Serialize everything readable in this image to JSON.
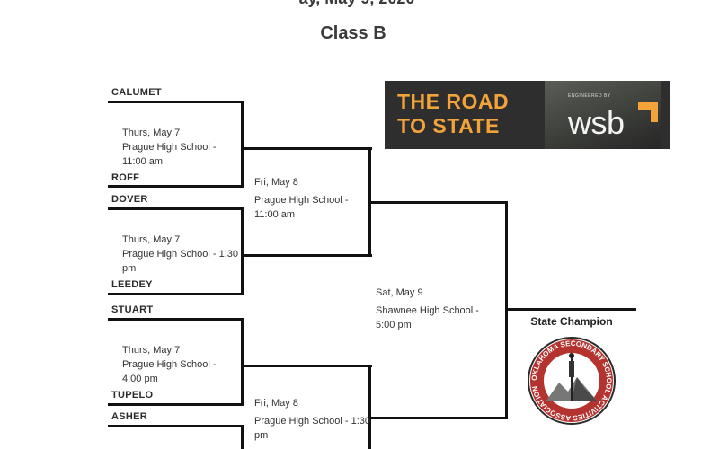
{
  "header": {
    "title_cut": "ay, May 9, 2020",
    "class_title": "Class B"
  },
  "teams": {
    "calumet": "CALUMET",
    "roff": "ROFF",
    "dover": "DOVER",
    "leedey": "LEEDEY",
    "stuart": "STUART",
    "tupelo": "TUPELO",
    "asher": "ASHER"
  },
  "games": {
    "r1_g1": {
      "date": "Thurs, May 7",
      "site": "Prague High School -",
      "time": "11:00 am"
    },
    "r1_g2": {
      "date": "Thurs, May 7",
      "site": "Prague High School - 1:30",
      "time": "pm"
    },
    "r1_g3": {
      "date": "Thurs, May 7",
      "site": "Prague High School -",
      "time": "4:00 pm"
    },
    "r2_g1": {
      "date": "Fri, May 8",
      "site": "Prague High School -",
      "time": "11:00 am"
    },
    "r2_g2": {
      "date": "Fri, May 8",
      "site": "Prague High School - 1:30",
      "time": "pm"
    },
    "final": {
      "date": "Sat, May 9",
      "site": "Shawnee High School -",
      "time": "5:00 pm"
    }
  },
  "champion": {
    "label": "State Champion"
  },
  "banner": {
    "line1": "THE ROAD",
    "line2": "TO STATE",
    "engineered_by": "ENGINEERED BY",
    "brand": "wsb",
    "accent_color": "#f2a33a"
  },
  "logo": {
    "ring_text": "OKLAHOMA SECONDARY SCHOOL ACTIVITIES ASSOCIATION",
    "ring_color": "#b5332f"
  }
}
